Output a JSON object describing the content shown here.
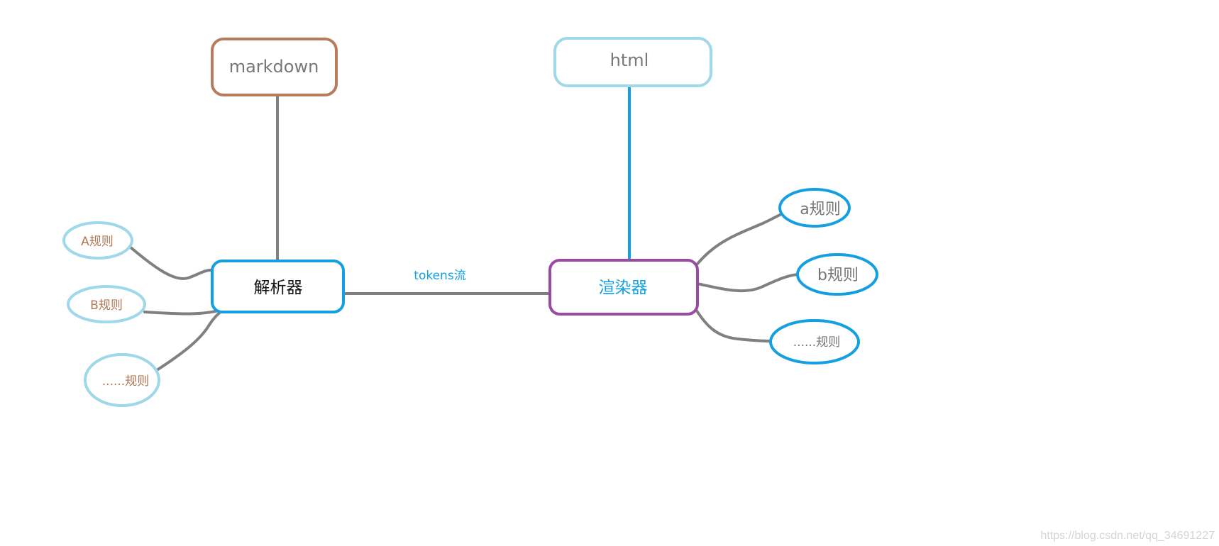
{
  "nodes": {
    "markdown": {
      "label": "markdown"
    },
    "html": {
      "label": "html"
    },
    "parser": {
      "label": "解析器"
    },
    "renderer": {
      "label": "渲染器"
    },
    "rule_A": {
      "label": "A规则"
    },
    "rule_B": {
      "label": "B规则"
    },
    "rule_etc_left": {
      "label": "......规则"
    },
    "rule_a": {
      "label": "a规则"
    },
    "rule_b": {
      "label": "b规则"
    },
    "rule_etc_right": {
      "label": "......规则"
    }
  },
  "edges": {
    "tokens_label": "tokens流"
  },
  "watermark": "https://blog.csdn.net/qq_34691227",
  "colors": {
    "brown": "#b87b5c",
    "light_blue": "#9ed8ea",
    "blue": "#14a0e0",
    "purple": "#9b4aa3",
    "gray_line": "#808080",
    "gray_text": "#777777",
    "brown_text": "#b07752"
  }
}
